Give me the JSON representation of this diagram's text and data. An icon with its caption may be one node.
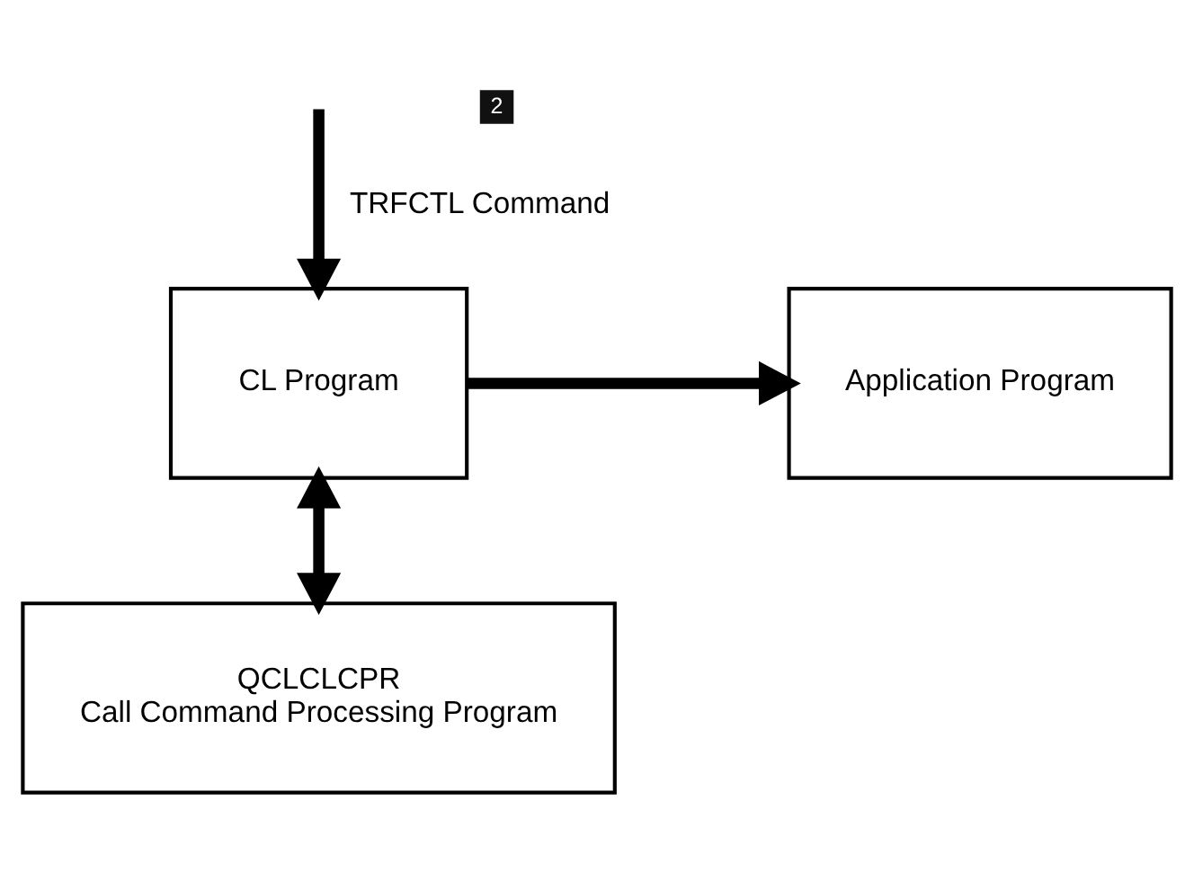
{
  "diagram": {
    "nodes": [
      {
        "text": [
          "CL Program"
        ]
      },
      {
        "text": [
          "Application Program"
        ]
      },
      {
        "text": [
          "QCLCLCPR",
          "Call Command Processing Program"
        ]
      }
    ],
    "edges": [
      {
        "from": null,
        "to": 0,
        "arrow": "to",
        "label": "TRFCTL Command"
      },
      {
        "from": 0,
        "to": 1,
        "arrow": "to"
      },
      {
        "from": 0,
        "to": 2,
        "arrow": "both"
      }
    ],
    "labels": [
      "2"
    ]
  }
}
